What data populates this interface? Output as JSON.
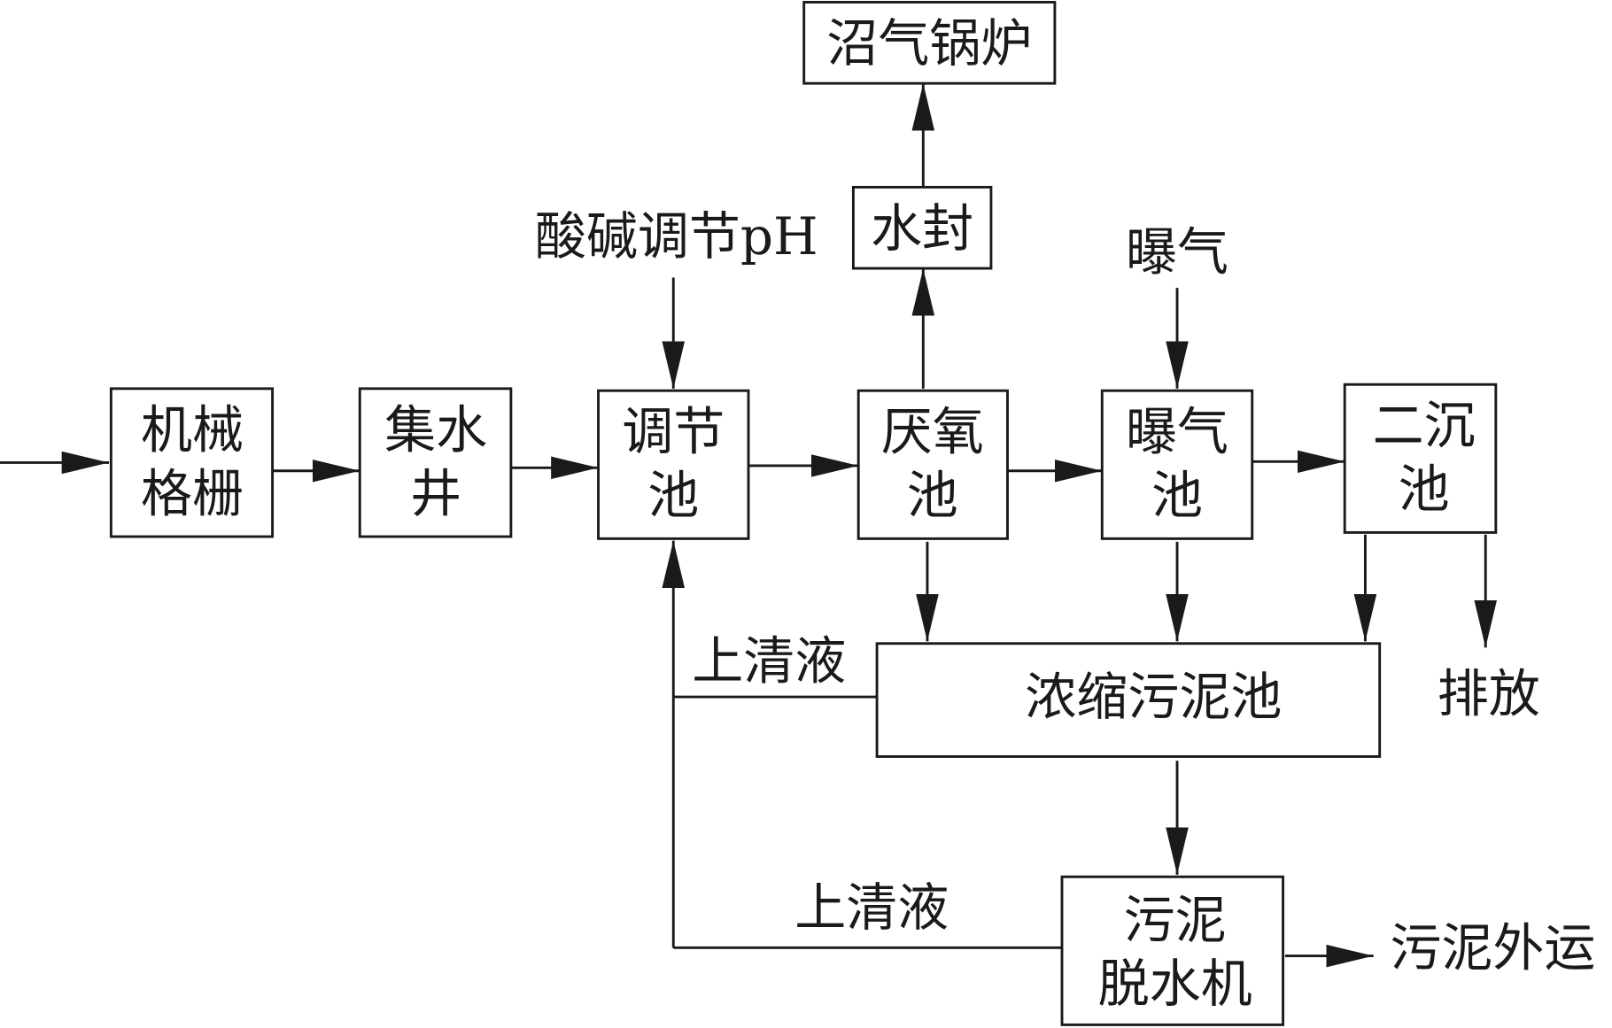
{
  "nodes": {
    "screen": [
      "机械",
      "格栅"
    ],
    "sump": [
      "集水",
      "井"
    ],
    "equalization": [
      "调节",
      "池"
    ],
    "anaerobic": [
      "厌氧",
      "池"
    ],
    "aeration": [
      "曝气",
      "池"
    ],
    "secondary_clarifier": [
      "二沉",
      "池"
    ],
    "water_seal": "水封",
    "biogas_boiler": "沼气锅炉",
    "sludge_thickener": "浓缩污泥池",
    "dewatering": [
      "污泥",
      "脱水机"
    ]
  },
  "labels": {
    "ph_adjust": "酸碱调节pH",
    "aeration_input": "曝气",
    "discharge": "排放",
    "supernatant_1": "上清液",
    "supernatant_2": "上清液",
    "sludge_out": "污泥外运"
  },
  "colors": {
    "line": "#1a1a1a",
    "background": "#ffffff"
  }
}
